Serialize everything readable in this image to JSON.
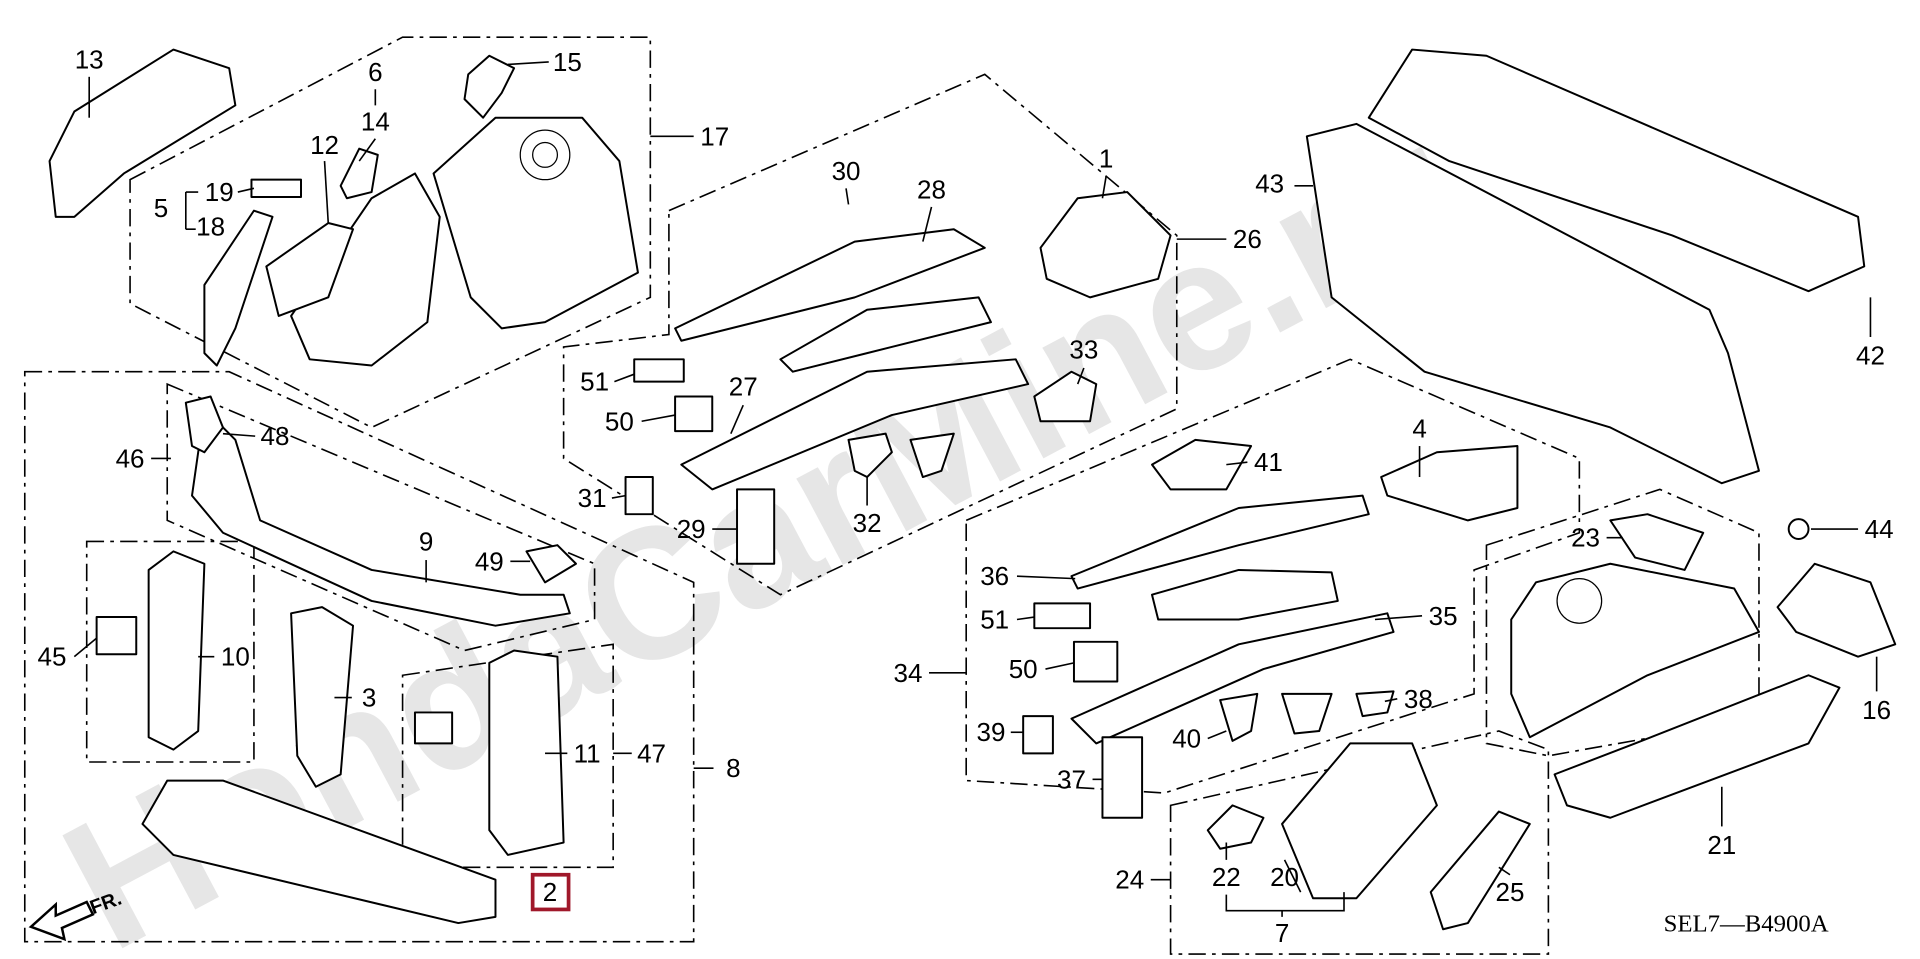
{
  "diagram": {
    "code": "SEL7—B4900A",
    "front_arrow_label": "FR.",
    "watermark": "HondaCarMine.ru",
    "highlight_color": "#a0182a",
    "highlighted_part": "2",
    "callouts": [
      "13",
      "15",
      "6",
      "17",
      "14",
      "12",
      "19",
      "5",
      "18",
      "30",
      "28",
      "1",
      "26",
      "43",
      "42",
      "51",
      "50",
      "27",
      "33",
      "46",
      "48",
      "31",
      "29",
      "32",
      "41",
      "4",
      "9",
      "49",
      "36",
      "23",
      "44",
      "51",
      "35",
      "45",
      "10",
      "3",
      "50",
      "34",
      "11",
      "47",
      "8",
      "38",
      "16",
      "39",
      "40",
      "37",
      "21",
      "2",
      "24",
      "22",
      "20",
      "25",
      "7"
    ]
  }
}
